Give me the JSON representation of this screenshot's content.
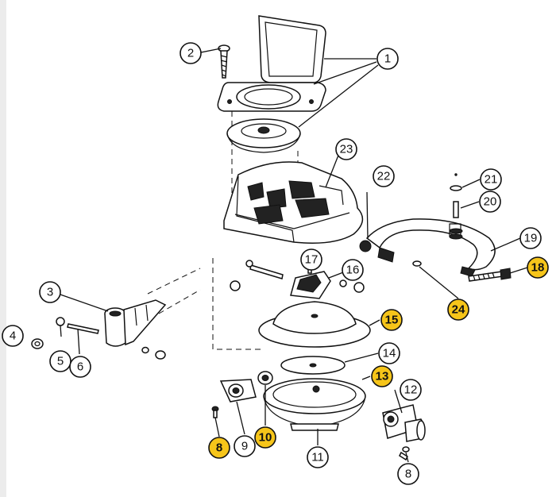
{
  "colors": {
    "highlight": "#f6c51a",
    "callout_fill": "#ffffff",
    "line": "#111111",
    "background": "#ffffff"
  },
  "callouts": [
    {
      "label": "1",
      "highlight": false
    },
    {
      "label": "2",
      "highlight": false
    },
    {
      "label": "3",
      "highlight": false
    },
    {
      "label": "4",
      "highlight": false
    },
    {
      "label": "5",
      "highlight": false
    },
    {
      "label": "6",
      "highlight": false
    },
    {
      "label": "8",
      "highlight": true
    },
    {
      "label": "8",
      "highlight": false
    },
    {
      "label": "9",
      "highlight": false
    },
    {
      "label": "10",
      "highlight": true
    },
    {
      "label": "11",
      "highlight": false
    },
    {
      "label": "12",
      "highlight": false
    },
    {
      "label": "13",
      "highlight": true
    },
    {
      "label": "14",
      "highlight": false
    },
    {
      "label": "15",
      "highlight": true
    },
    {
      "label": "16",
      "highlight": false
    },
    {
      "label": "17",
      "highlight": false
    },
    {
      "label": "18",
      "highlight": true
    },
    {
      "label": "19",
      "highlight": false
    },
    {
      "label": "20",
      "highlight": false
    },
    {
      "label": "21",
      "highlight": false
    },
    {
      "label": "22",
      "highlight": false
    },
    {
      "label": "23",
      "highlight": false
    },
    {
      "label": "24",
      "highlight": true
    }
  ]
}
